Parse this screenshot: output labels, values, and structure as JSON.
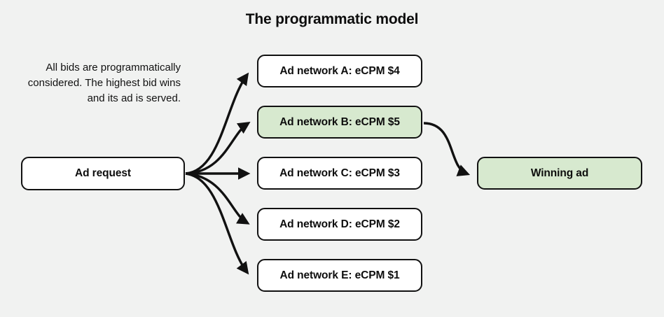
{
  "title": "The programmatic model",
  "note": {
    "text": "All bids are programmatically considered. The highest bid wins and its ad is served."
  },
  "colors": {
    "background": "#f1f2f1",
    "node_fill": "#ffffff",
    "highlight_fill": "#d7e9cf",
    "stroke": "#111111",
    "text": "#0d0d0d"
  },
  "nodes": {
    "request": {
      "label": "Ad request"
    },
    "networks": [
      {
        "label": "Ad network A: eCPM $4",
        "network": "A",
        "ecpm": 4,
        "winner": false
      },
      {
        "label": "Ad network B: eCPM $5",
        "network": "B",
        "ecpm": 5,
        "winner": true
      },
      {
        "label": "Ad network C: eCPM $3",
        "network": "C",
        "ecpm": 3,
        "winner": false
      },
      {
        "label": "Ad network D: eCPM $2",
        "network": "D",
        "ecpm": 2,
        "winner": false
      },
      {
        "label": "Ad network E: eCPM $1",
        "network": "E",
        "ecpm": 1,
        "winner": false
      }
    ],
    "winner": {
      "label": "Winning ad"
    }
  },
  "edges": [
    {
      "from": "Ad request",
      "to": "Ad network A: eCPM $4"
    },
    {
      "from": "Ad request",
      "to": "Ad network B: eCPM $5"
    },
    {
      "from": "Ad request",
      "to": "Ad network C: eCPM $3"
    },
    {
      "from": "Ad request",
      "to": "Ad network D: eCPM $2"
    },
    {
      "from": "Ad request",
      "to": "Ad network E: eCPM $1"
    },
    {
      "from": "Ad network B: eCPM $5",
      "to": "Winning ad"
    }
  ]
}
